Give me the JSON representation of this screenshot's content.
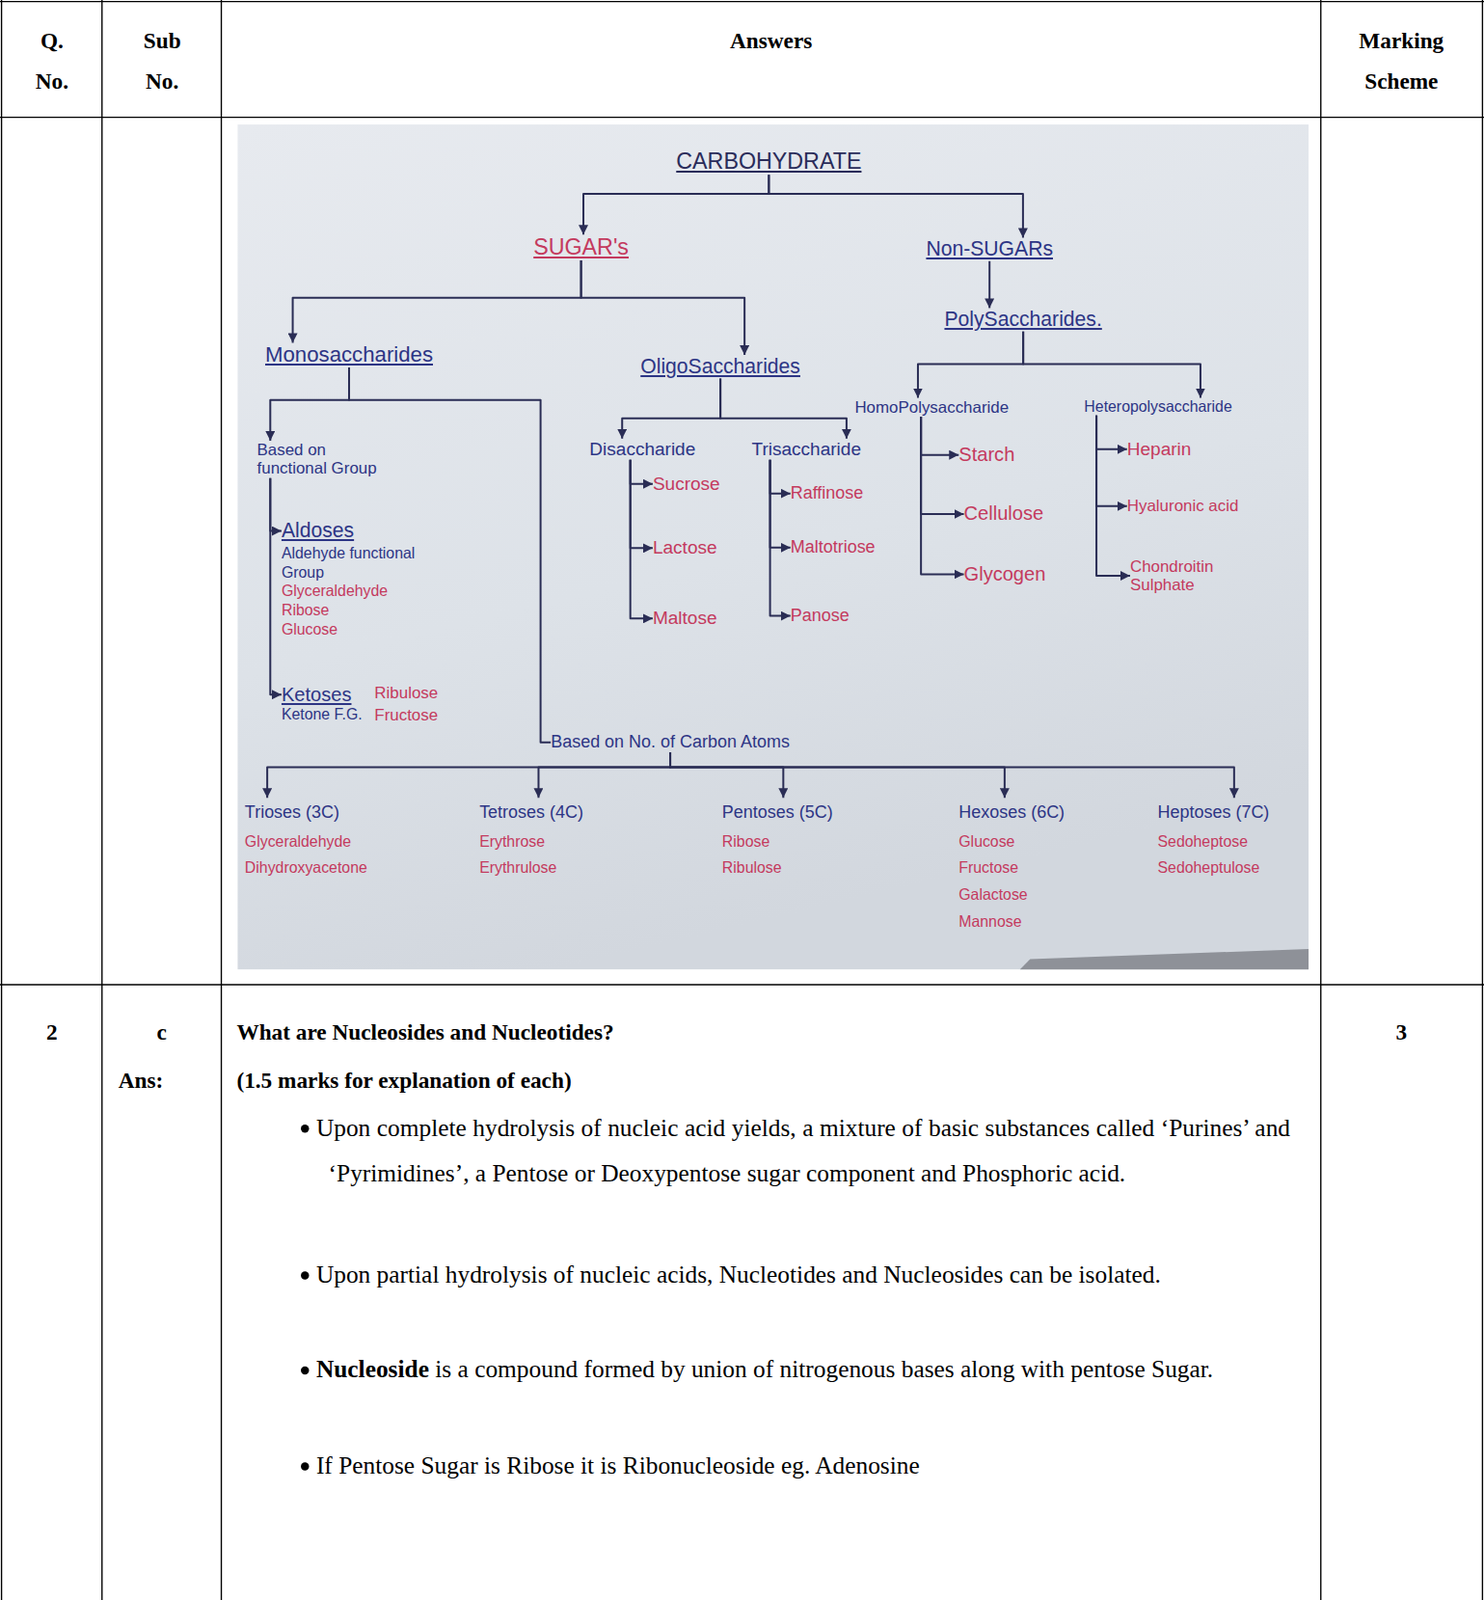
{
  "diagram": {
    "nodes": [
      {
        "text": [
          "CARBOHYDRATE"
        ]
      },
      {
        "text": [
          "SUGAR's"
        ]
      },
      {
        "text": [
          "Non-SUGARs"
        ]
      },
      {
        "text": [
          "PolySaccharides."
        ]
      },
      {
        "text": [
          "Monosaccharides"
        ]
      },
      {
        "text": [
          "OligoSaccharides"
        ]
      },
      {
        "text": [
          "HomoPolysaccharide"
        ]
      },
      {
        "text": [
          "Heteropolysaccharide"
        ]
      },
      {
        "text": [
          "Based on functional Group"
        ]
      },
      {
        "text": [
          "Disaccharide"
        ]
      },
      {
        "text": [
          "Trisaccharide"
        ]
      },
      {
        "text": [
          "Starch"
        ]
      },
      {
        "text": [
          "Cellulose"
        ]
      },
      {
        "text": [
          "Glycogen"
        ]
      },
      {
        "text": [
          "Heparin"
        ]
      },
      {
        "text": [
          "Hyaluronic acid"
        ]
      },
      {
        "text": [
          "Chondroitin Sulphate"
        ]
      },
      {
        "text": [
          "Sucrose"
        ]
      },
      {
        "text": [
          "Lactose"
        ]
      },
      {
        "text": [
          "Maltose"
        ]
      },
      {
        "text": [
          "Raffinose"
        ]
      },
      {
        "text": [
          "Maltotriose"
        ]
      },
      {
        "text": [
          "Panose"
        ]
      },
      {
        "text": [
          "Aldoses",
          "Aldehyde functional Group",
          "Glyceraldehyde",
          "Ribose",
          "Glucose"
        ]
      },
      {
        "text": [
          "Ketoses",
          "Ribulose",
          "Ketone F.G.",
          "Fructose"
        ]
      },
      {
        "text": [
          "Based on No. of Carbon Atoms"
        ]
      },
      {
        "text": [
          "Trioses (3C)",
          "Glyceraldehyde",
          "Dihydroxyacetone"
        ]
      },
      {
        "text": [
          "Tetroses (4C)",
          "Erythrose",
          "Erythrulose"
        ]
      },
      {
        "text": [
          "Pentoses (5C)",
          "Ribose",
          "Ribulose"
        ]
      },
      {
        "text": [
          "Hexoses (6C)",
          "Glucose",
          "Fructose",
          "Galactose",
          "Mannose"
        ]
      },
      {
        "text": [
          "Heptoses (7C)",
          "Sedoheptose",
          "Sedoheptulose"
        ]
      }
    ],
    "edges": [
      {
        "from": 0,
        "to": 1,
        "arrow": "to"
      },
      {
        "from": 0,
        "to": 2,
        "arrow": "to"
      },
      {
        "from": 1,
        "to": 4,
        "arrow": "to"
      },
      {
        "from": 1,
        "to": 5,
        "arrow": "to"
      },
      {
        "from": 2,
        "to": 3,
        "arrow": "to"
      },
      {
        "from": 3,
        "to": 6,
        "arrow": "to"
      },
      {
        "from": 3,
        "to": 7,
        "arrow": "to"
      },
      {
        "from": 4,
        "to": 8,
        "arrow": "to"
      },
      {
        "from": 4,
        "to": 25,
        "arrow": "none"
      },
      {
        "from": 5,
        "to": 9,
        "arrow": "to"
      },
      {
        "from": 5,
        "to": 10,
        "arrow": "to"
      },
      {
        "from": 6,
        "to": 11,
        "arrow": "to"
      },
      {
        "from": 6,
        "to": 12,
        "arrow": "to"
      },
      {
        "from": 6,
        "to": 13,
        "arrow": "to"
      },
      {
        "from": 7,
        "to": 14,
        "arrow": "to"
      },
      {
        "from": 7,
        "to": 15,
        "arrow": "to"
      },
      {
        "from": 7,
        "to": 16,
        "arrow": "to"
      },
      {
        "from": 9,
        "to": 17,
        "arrow": "to"
      },
      {
        "from": 9,
        "to": 18,
        "arrow": "to"
      },
      {
        "from": 9,
        "to": 19,
        "arrow": "to"
      },
      {
        "from": 10,
        "to": 20,
        "arrow": "to"
      },
      {
        "from": 10,
        "to": 21,
        "arrow": "to"
      },
      {
        "from": 10,
        "to": 22,
        "arrow": "to"
      },
      {
        "from": 8,
        "to": 23,
        "arrow": "to"
      },
      {
        "from": 8,
        "to": 24,
        "arrow": "to"
      },
      {
        "from": 25,
        "to": 26,
        "arrow": "to"
      },
      {
        "from": 25,
        "to": 27,
        "arrow": "to"
      },
      {
        "from": 25,
        "to": 28,
        "arrow": "to"
      },
      {
        "from": 25,
        "to": 29,
        "arrow": "to"
      },
      {
        "from": 25,
        "to": 30,
        "arrow": "to"
      }
    ],
    "labels": [
      "Q. No.",
      "Sub No.",
      "Answers",
      "Marking Scheme",
      "2",
      "c",
      "Ans:",
      "What are Nucleosides and Nucleotides?",
      "(1.5 marks for explanation of each)",
      "3",
      "Upon complete hydrolysis of nucleic acid yields, a mixture of basic substances called ‘Purines’ and ‘Pyrimidines’, a Pentose or Deoxypentose sugar component and Phosphoric acid.",
      "Upon partial hydrolysis of nucleic acids, Nucleotides and Nucleosides can be isolated.",
      "Nucleoside",
      "is a compound formed by union of nitrogenous bases along with pentose Sugar.",
      "If Pentose Sugar is Ribose it is Ribonucleoside eg. Adenosine"
    ]
  }
}
